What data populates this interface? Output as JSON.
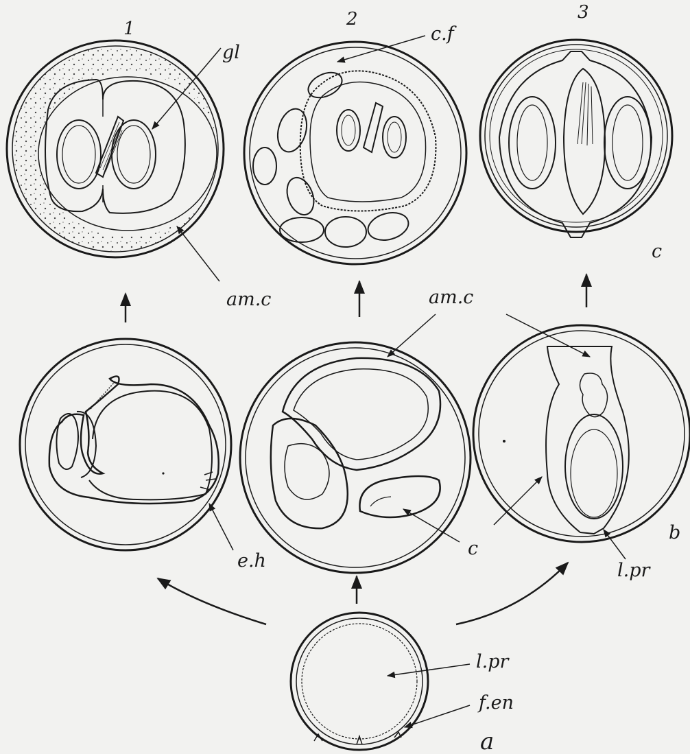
{
  "stage_numbers": [
    "1",
    "2",
    "3"
  ],
  "labels": {
    "gl": "gl",
    "cf": "c.f",
    "amc_left": "am.c",
    "amc_mid": "am.c",
    "c_top": "c",
    "eh": "e.h",
    "c_mid": "c",
    "lpr_mid": "l.pr",
    "b": "b",
    "lpr_bottom": "l.pr",
    "fen": "f.en",
    "a": "a"
  },
  "colors": {
    "ink": "#1a1a1a",
    "paper": "#f2f2f0"
  }
}
